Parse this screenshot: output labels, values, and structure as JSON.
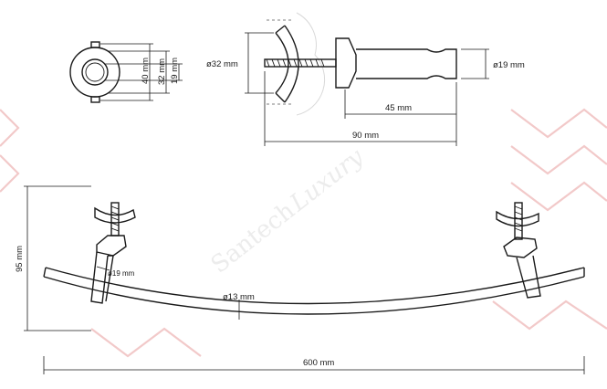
{
  "watermark": {
    "text": "Santech",
    "script": "Luxury"
  },
  "dimensions": {
    "flange_outer": "40 mm",
    "flange_mid": "32 mm",
    "flange_inner": "19 mm",
    "cup_diameter": "ø32 mm",
    "post_diameter": "ø19 mm",
    "post_length": "45 mm",
    "bracket_length": "90 mm",
    "bar_height": "95 mm",
    "post_diameter_small": "ø19 mm",
    "tube_diameter": "ø13 mm",
    "bar_length": "600 mm"
  }
}
